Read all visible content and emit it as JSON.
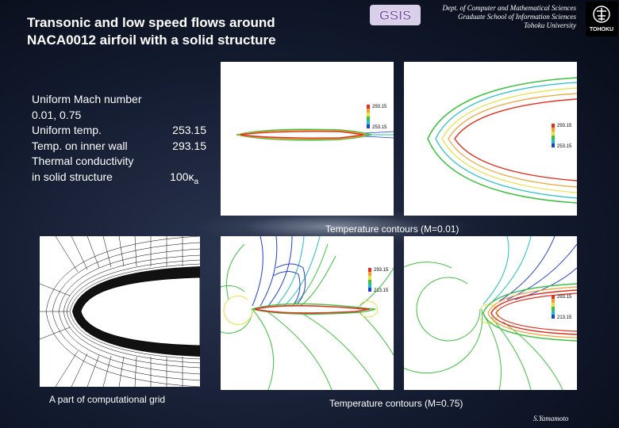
{
  "title": {
    "line1": "Transonic and low speed flows around",
    "line2": "NACA0012 airfoil with a solid structure"
  },
  "logo_text": "GSIS",
  "department": {
    "line1": "Dept. of Computer and Mathematical Sciences",
    "line2": "Graduate School of Information Sciences",
    "line3": "Tohoku University"
  },
  "university_logo_text": "TOHOKU",
  "parameters": {
    "mach_label": "Uniform Mach number",
    "mach_values": "0.01,  0.75",
    "temp_label": "Uniform temp.",
    "temp_value": "253.15",
    "wall_label": "Temp. on inner wall",
    "wall_value": "293.15",
    "conductivity_label1": "Thermal conductivity",
    "conductivity_label2": "in solid structure",
    "conductivity_value": "100",
    "conductivity_symbol": "κ",
    "conductivity_sub": "a"
  },
  "panels": {
    "low_speed_legend": {
      "max": "293.15",
      "min": "253.15"
    },
    "transonic_legend": {
      "max": "293.15",
      "min": "213.15"
    }
  },
  "captions": {
    "low_speed": "Temperature contours (M=0.01)",
    "grid": "A part of computational grid",
    "transonic": "Temperature contours (M=0.75)"
  },
  "author": "S.Yamamoto",
  "colors": {
    "contour_red": "#e03020",
    "contour_orange": "#f0a030",
    "contour_yellow": "#e8e040",
    "contour_green": "#40c040",
    "contour_cyan": "#20c0c0",
    "contour_blue": "#2040d0"
  }
}
